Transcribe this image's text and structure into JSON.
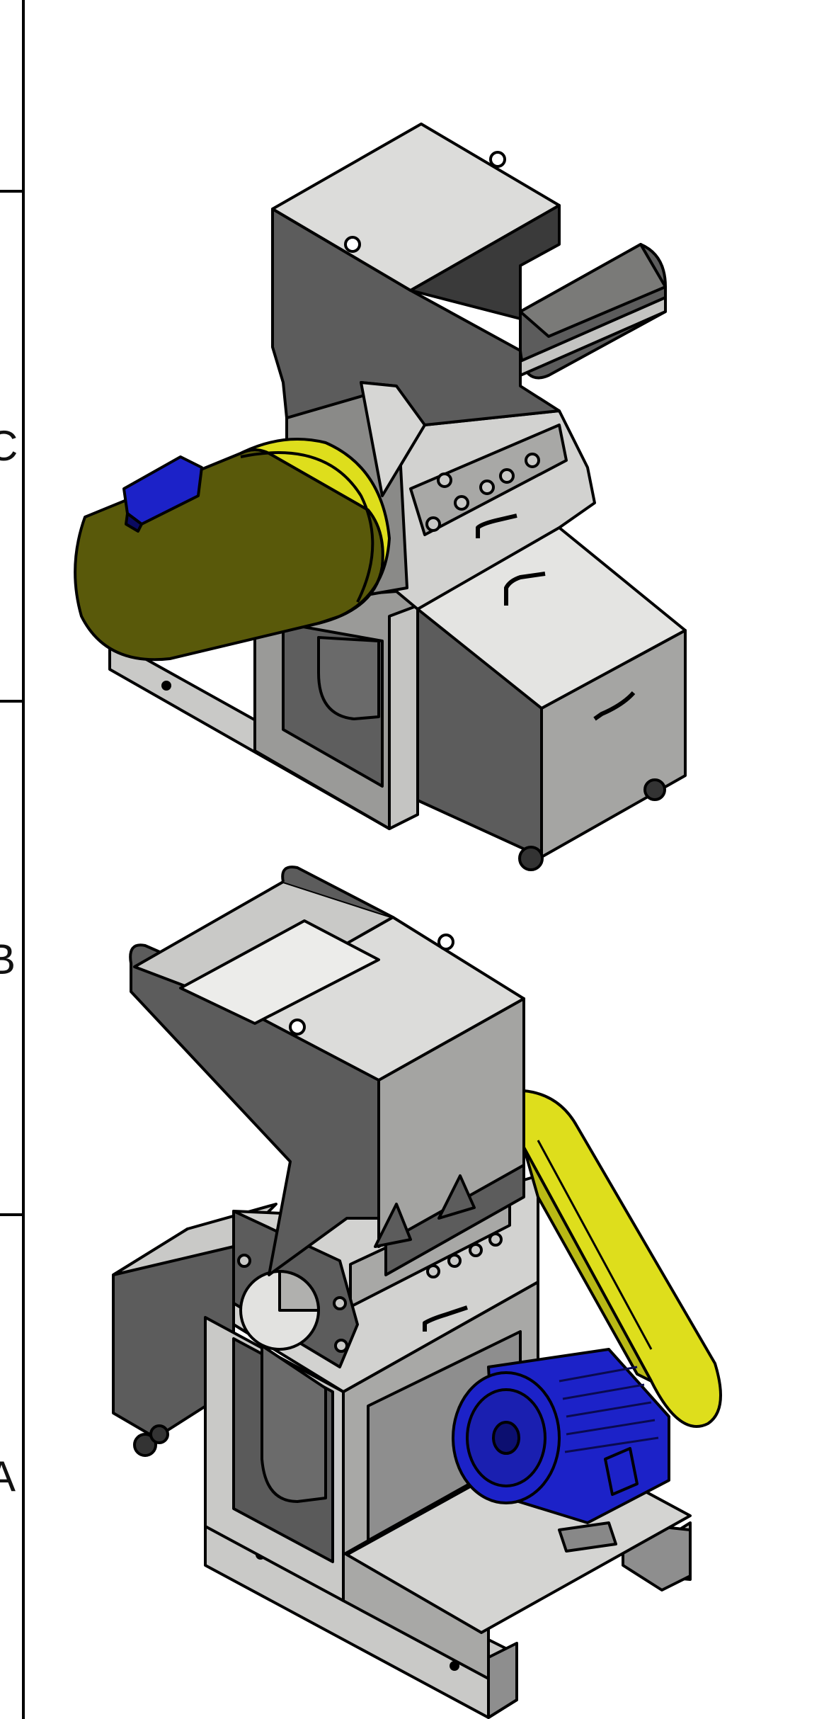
{
  "drawing": {
    "zone_letters": [
      "C",
      "B",
      "A"
    ]
  },
  "colors": {
    "frame_line": "#000000",
    "steel_dark": "#5c5c5c",
    "steel_mid": "#8e8e8e",
    "steel_light": "#c9c9c7",
    "steel_white": "#e4e4e2",
    "guard_yellow": "#dede1c",
    "guard_olive": "#59590a",
    "motor_blue": "#1c22c8"
  },
  "views": [
    {
      "name": "front-isometric-view",
      "features": [
        "feed-hopper",
        "cutting-chamber",
        "belt-guard",
        "collection-bin",
        "base-frame",
        "caster-wheels"
      ]
    },
    {
      "name": "rear-isometric-view",
      "features": [
        "feed-hopper",
        "cutting-chamber",
        "belt-guard",
        "drive-motor",
        "collection-bin",
        "base-frame",
        "caster-wheels"
      ]
    }
  ]
}
